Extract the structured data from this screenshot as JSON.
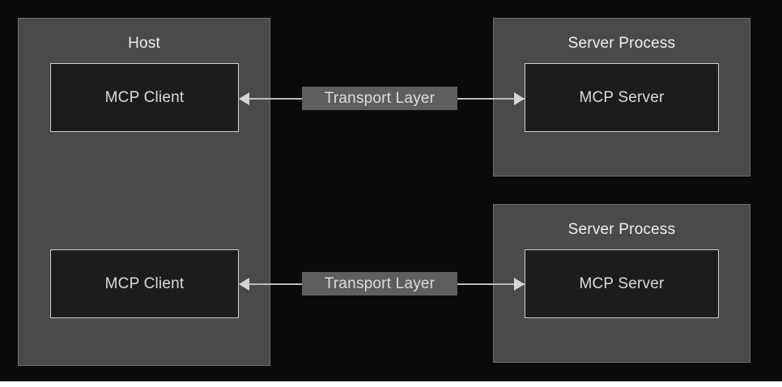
{
  "diagram": {
    "background_color": "#0a0a0a",
    "container_fill": "#4a4a4a",
    "node_fill": "#1c1c1c",
    "node_border": "#c8cdd0",
    "line_color": "#b8bcbf",
    "label_fill": "#5e5e5e",
    "text_color": "#d7dbde",
    "host": {
      "title": "Host",
      "clients": [
        {
          "label": "MCP Client"
        },
        {
          "label": "MCP Client"
        }
      ]
    },
    "server_processes": [
      {
        "title": "Server Process",
        "server_label": "MCP Server"
      },
      {
        "title": "Server Process",
        "server_label": "MCP Server"
      }
    ],
    "connections": [
      {
        "label": "Transport Layer",
        "from": "MCP Client",
        "to": "MCP Server",
        "direction": "bidirectional"
      },
      {
        "label": "Transport Layer",
        "from": "MCP Client",
        "to": "MCP Server",
        "direction": "bidirectional"
      }
    ]
  }
}
